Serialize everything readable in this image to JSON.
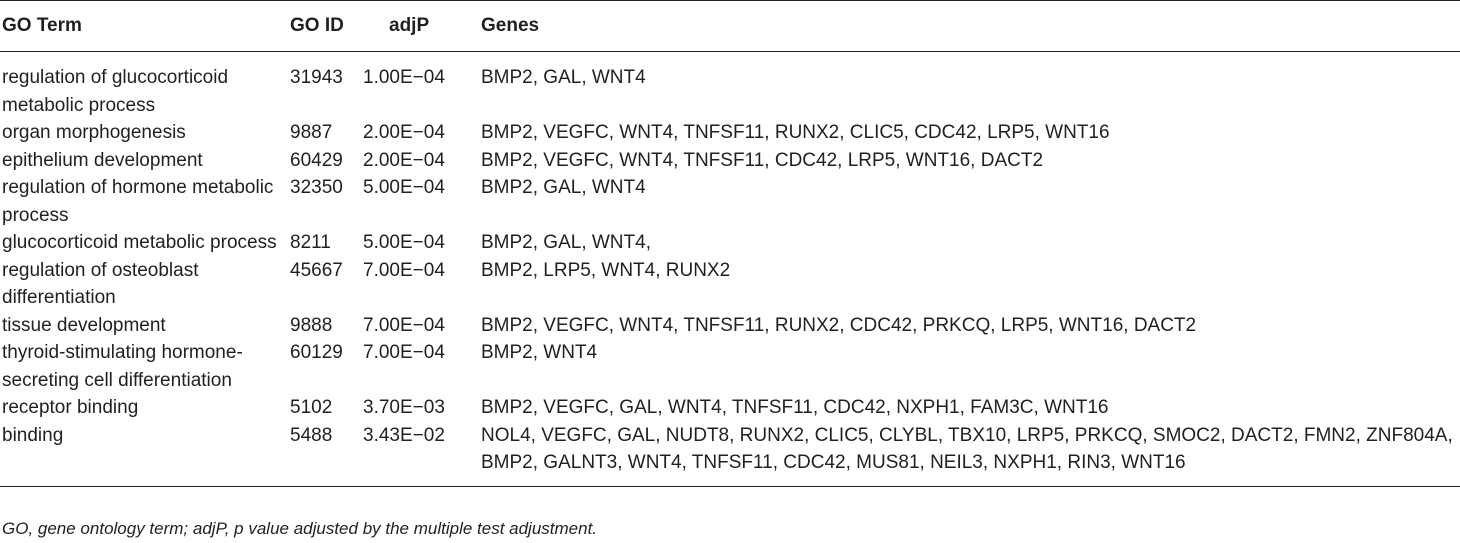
{
  "table": {
    "headers": {
      "term": "GO Term",
      "go_id": "GO ID",
      "adjp": "adjP",
      "genes": "Genes"
    },
    "rows": [
      {
        "term": "regulation of glucocorticoid metabolic process",
        "go_id": "31943",
        "adjp": "1.00E−04",
        "genes": "BMP2, GAL, WNT4"
      },
      {
        "term": "organ morphogenesis",
        "go_id": "9887",
        "adjp": "2.00E−04",
        "genes": "BMP2, VEGFC, WNT4, TNFSF11, RUNX2, CLIC5, CDC42, LRP5, WNT16"
      },
      {
        "term": "epithelium development",
        "go_id": "60429",
        "adjp": "2.00E−04",
        "genes": "BMP2, VEGFC, WNT4, TNFSF11, CDC42, LRP5, WNT16, DACT2"
      },
      {
        "term": "regulation of hormone metabolic process",
        "go_id": "32350",
        "adjp": "5.00E−04",
        "genes": "BMP2, GAL, WNT4"
      },
      {
        "term": "glucocorticoid metabolic process",
        "go_id": "8211",
        "adjp": "5.00E−04",
        "genes": "BMP2, GAL, WNT4,"
      },
      {
        "term": "regulation of osteoblast differentiation",
        "go_id": "45667",
        "adjp": "7.00E−04",
        "genes": "BMP2, LRP5, WNT4, RUNX2"
      },
      {
        "term": "tissue development",
        "go_id": "9888",
        "adjp": "7.00E−04",
        "genes": "BMP2, VEGFC, WNT4, TNFSF11, RUNX2, CDC42, PRKCQ, LRP5, WNT16, DACT2"
      },
      {
        "term": "thyroid-stimulating hormone-secreting cell differentiation",
        "go_id": "60129",
        "adjp": "7.00E−04",
        "genes": "BMP2, WNT4"
      },
      {
        "term": "receptor binding",
        "go_id": "5102",
        "adjp": "3.70E−03",
        "genes": "BMP2, VEGFC, GAL, WNT4, TNFSF11, CDC42, NXPH1, FAM3C, WNT16"
      },
      {
        "term": "binding",
        "go_id": "5488",
        "adjp": "3.43E−02",
        "genes": "NOL4, VEGFC, GAL, NUDT8, RUNX2, CLIC5, CLYBL, TBX10, LRP5, PRKCQ, SMOC2, DACT2, FMN2, ZNF804A, BMP2, GALNT3, WNT4, TNFSF11, CDC42, MUS81, NEIL3, NXPH1, RIN3, WNT16"
      }
    ]
  },
  "footnote": "GO, gene ontology term; adjP, p value adjusted by the multiple test adjustment."
}
